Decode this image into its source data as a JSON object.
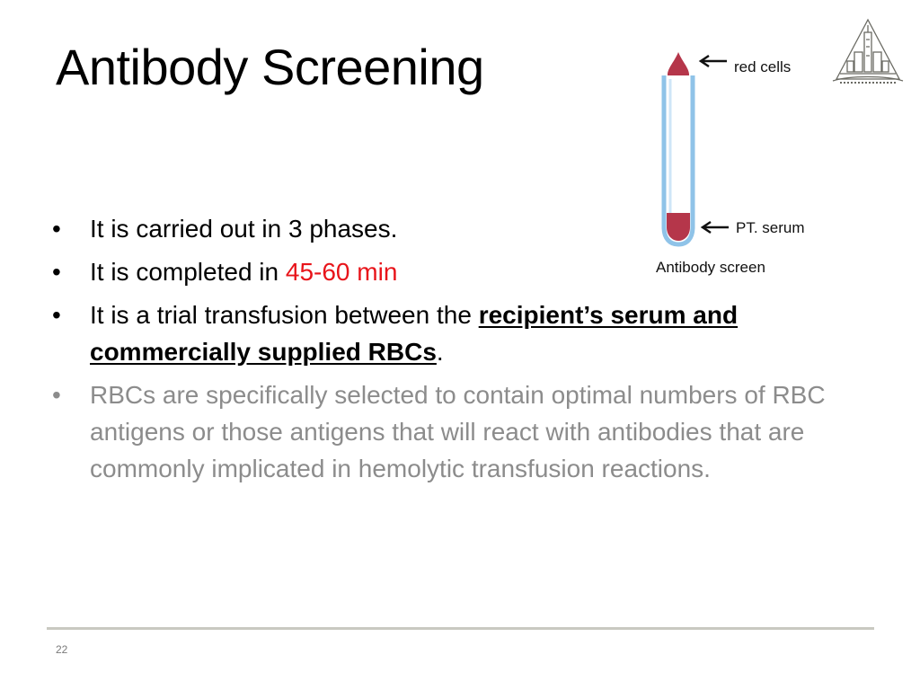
{
  "slide": {
    "title": "Antibody Screening",
    "bullet_symbol": "•",
    "bullets": [
      {
        "text": "It is carried out in 3 phases."
      },
      {
        "text_before": "It is completed in ",
        "highlight": "45-60 min"
      },
      {
        "text_before": "It is a trial transfusion between the ",
        "emphasis": "recipient’s serum and commercially supplied RBCs",
        "text_after": "."
      },
      {
        "text": "RBCs are specifically selected to contain optimal numbers of RBC antigens or those antigens that will react with antibodies that are commonly implicated in hemolytic transfusion reactions."
      }
    ],
    "slide_number": "22"
  },
  "figure": {
    "label_red_cells": "red cells",
    "label_serum": "PT. serum",
    "caption": "Antibody screen"
  },
  "logo": {
    "icon": "university-logo"
  },
  "colors": {
    "accent_red": "#e8141a",
    "muted_text": "#8c8c8c",
    "blood_red": "#b5364a",
    "tube_blue": "#8fc3e8",
    "footer_rule": "#c9c9c1"
  }
}
